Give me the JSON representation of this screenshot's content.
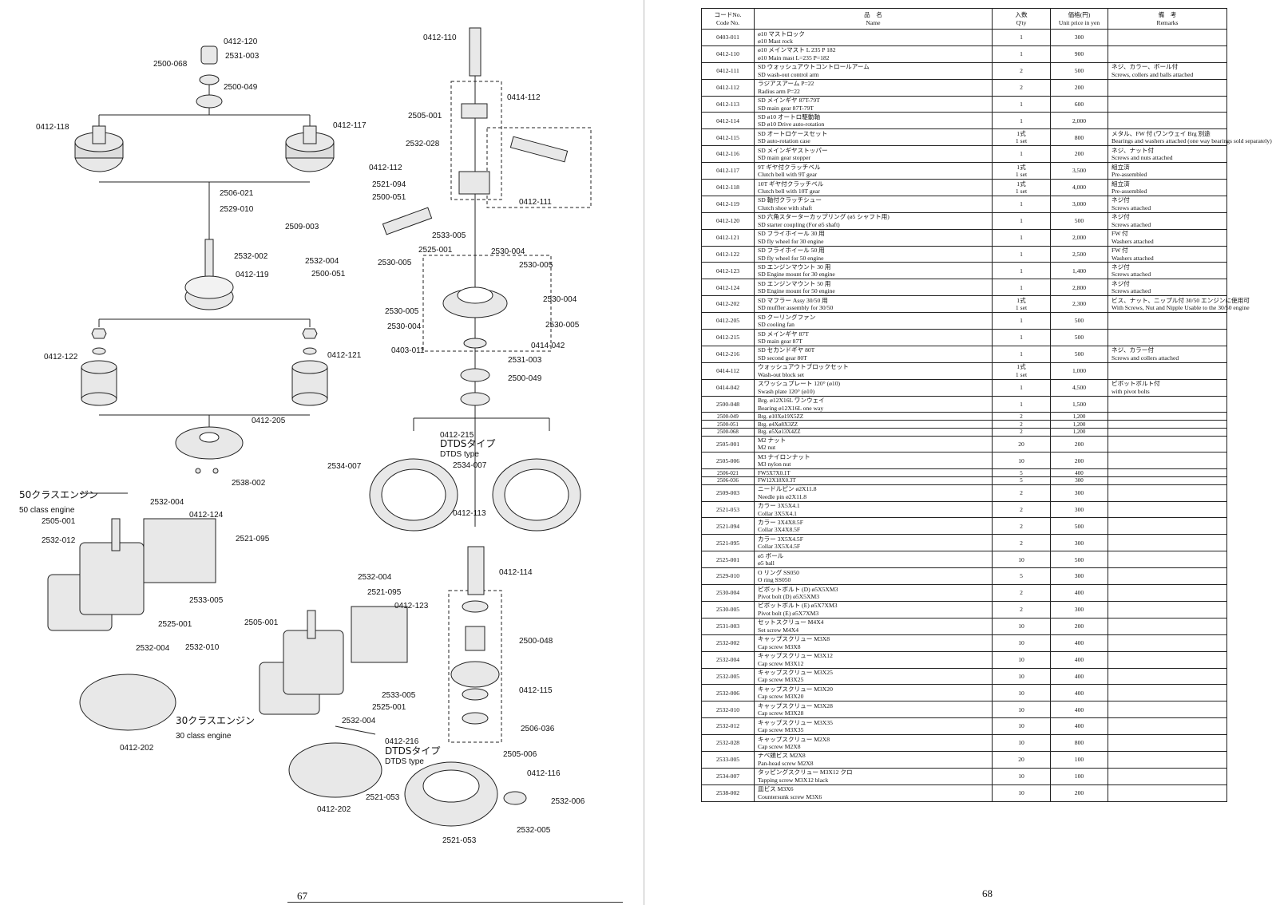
{
  "pages": {
    "left_number": "67",
    "right_number": "68"
  },
  "headers": {
    "code": [
      "コードNo.",
      "Code No."
    ],
    "name": [
      "品　名",
      "Name"
    ],
    "qty": [
      "入数",
      "Q'ty"
    ],
    "price": [
      "価格(円)",
      "Unit price in yen"
    ],
    "remarks": [
      "備　考",
      "Remarks"
    ]
  },
  "rows": [
    {
      "code": "0403-011",
      "jp": "ø10 マストロック",
      "en": "ø10 Mast rock",
      "qty": "1",
      "price": "300",
      "rem_jp": "",
      "rem_en": ""
    },
    {
      "code": "0412-110",
      "jp": "ø10 メインマスト L 235 P 182",
      "en": "ø10 Main mast L=235 P=182",
      "qty": "1",
      "price": "900",
      "rem_jp": "",
      "rem_en": ""
    },
    {
      "code": "0412-111",
      "jp": "SD ウォッシュアウトコントロールアーム",
      "en": "SD wash-out control arm",
      "qty": "2",
      "price": "500",
      "rem_jp": "ネジ、カラー、ボール付",
      "rem_en": "Screws, collers and balls attached"
    },
    {
      "code": "0412-112",
      "jp": "ラジアスアーム P=22",
      "en": "Radius arm P=22",
      "qty": "2",
      "price": "200",
      "rem_jp": "",
      "rem_en": ""
    },
    {
      "code": "0412-113",
      "jp": "SD メインギヤ 87T-79T",
      "en": "SD main gear 87T-79T",
      "qty": "1",
      "price": "600",
      "rem_jp": "",
      "rem_en": ""
    },
    {
      "code": "0412-114",
      "jp": "SD ø10 オートロ駆動軸",
      "en": "SD ø10 Drive auto-rotation",
      "qty": "1",
      "price": "2,000",
      "rem_jp": "",
      "rem_en": ""
    },
    {
      "code": "0412-115",
      "jp": "SD オートロケースセット",
      "en": "SD auto-rotation case",
      "qty": "1式|1 set",
      "price": "800",
      "rem_jp": "メタル、FW 付 (ワンウェイ Brg 別途",
      "rem_en": "Bearings and washers attached (one way bearings sold separately)"
    },
    {
      "code": "0412-116",
      "jp": "SD メインギヤストッパー",
      "en": "SD main gear stopper",
      "qty": "1",
      "price": "200",
      "rem_jp": "ネジ、ナット付",
      "rem_en": "Screws and nuts attached"
    },
    {
      "code": "0412-117",
      "jp": "9T ギヤ付クラッチベル",
      "en": "Clutch bell with 9T gear",
      "qty": "1式|1 set",
      "price": "3,500",
      "rem_jp": "組立済",
      "rem_en": "Pre-assembled"
    },
    {
      "code": "0412-118",
      "jp": "10T ギヤ付クラッチベル",
      "en": "Clutch bell with 10T gear",
      "qty": "1式|1 set",
      "price": "4,000",
      "rem_jp": "組立済",
      "rem_en": "Pre-assembled"
    },
    {
      "code": "0412-119",
      "jp": "SD 軸付クラッチシュー",
      "en": "Clutch shoe with shaft",
      "qty": "1",
      "price": "3,000",
      "rem_jp": "ネジ付",
      "rem_en": "Screws attached"
    },
    {
      "code": "0412-120",
      "jp": "SD 六角スターターカップリング (ø5 シャフト用)",
      "en": "SD starter coupling (For ø5 shaft)",
      "qty": "1",
      "price": "500",
      "rem_jp": "ネジ付",
      "rem_en": "Screws attached"
    },
    {
      "code": "0412-121",
      "jp": "SD フライホイール 30 用",
      "en": "SD fly wheel for 30 engine",
      "qty": "1",
      "price": "2,000",
      "rem_jp": "FW 付",
      "rem_en": "Washers attached"
    },
    {
      "code": "0412-122",
      "jp": "SD フライホイール 50 用",
      "en": "SD fly wheel for 50 engine",
      "qty": "1",
      "price": "2,500",
      "rem_jp": "FW 付",
      "rem_en": "Washers attached"
    },
    {
      "code": "0412-123",
      "jp": "SD エンジンマウント 30 用",
      "en": "SD Engine mount for 30 engine",
      "qty": "1",
      "price": "1,400",
      "rem_jp": "ネジ付",
      "rem_en": "Screws attached"
    },
    {
      "code": "0412-124",
      "jp": "SD エンジンマウント 50 用",
      "en": "SD Engine mount for 50 engine",
      "qty": "1",
      "price": "2,800",
      "rem_jp": "ネジ付",
      "rem_en": "Screws attached"
    },
    {
      "code": "0412-202",
      "jp": "SD マフラー Assy 30/50 用",
      "en": "SD muffler assembly for 30/50",
      "qty": "1式|1 set",
      "price": "2,300",
      "rem_jp": "ビス、ナット、ニップル付 30/50 エンジンに使用可",
      "rem_en": "With Screws, Nut and Nipple Usable to the 30/50 engine"
    },
    {
      "code": "0412-205",
      "jp": "SD クーリングファン",
      "en": "SD cooling fan",
      "qty": "1",
      "price": "500",
      "rem_jp": "",
      "rem_en": ""
    },
    {
      "code": "0412-215",
      "jp": "SD メインギヤ 87T",
      "en": "SD main gear 87T",
      "qty": "1",
      "price": "500",
      "rem_jp": "",
      "rem_en": ""
    },
    {
      "code": "0412-216",
      "jp": "SD セカンドギヤ 80T",
      "en": "SD second gear 80T",
      "qty": "1",
      "price": "500",
      "rem_jp": "ネジ、カラー付",
      "rem_en": "Screws and collers attached"
    },
    {
      "code": "0414-112",
      "jp": "ウォッシュアウトブロックセット",
      "en": "Wash-out block set",
      "qty": "1式|1 set",
      "price": "1,000",
      "rem_jp": "",
      "rem_en": ""
    },
    {
      "code": "0414-042",
      "jp": "スワッシュプレート 120° (ø10)",
      "en": "Swash plate 120° (ø10)",
      "qty": "1",
      "price": "4,500",
      "rem_jp": "ピボットボルト付",
      "rem_en": "with pivot bolts"
    },
    {
      "code": "2500-048",
      "jp": "Brg. ø12X16L ワンウェイ",
      "en": "Bearing ø12X16L one way",
      "qty": "1",
      "price": "1,500",
      "rem_jp": "",
      "rem_en": ""
    },
    {
      "code": "2500-049",
      "jp": "Brg. ø10Xø19X5ZZ",
      "en": "",
      "qty": "2",
      "price": "1,200",
      "rem_jp": "",
      "rem_en": ""
    },
    {
      "code": "2500-051",
      "jp": "Brg. ø4Xø8X3ZZ",
      "en": "",
      "qty": "2",
      "price": "1,200",
      "rem_jp": "",
      "rem_en": ""
    },
    {
      "code": "2500-068",
      "jp": "Brg. ø5Xø13X4ZZ",
      "en": "",
      "qty": "2",
      "price": "1,200",
      "rem_jp": "",
      "rem_en": ""
    },
    {
      "code": "2505-001",
      "jp": "M2 ナット",
      "en": "M2 nut",
      "qty": "20",
      "price": "200",
      "rem_jp": "",
      "rem_en": ""
    },
    {
      "code": "2505-006",
      "jp": "M3 ナイロンナット",
      "en": "M3 nylon nut",
      "qty": "10",
      "price": "200",
      "rem_jp": "",
      "rem_en": ""
    },
    {
      "code": "2506-021",
      "jp": "FW5X7X0.1T",
      "en": "",
      "qty": "5",
      "price": "400",
      "rem_jp": "",
      "rem_en": ""
    },
    {
      "code": "2506-036",
      "jp": "FW12X18X0.3T",
      "en": "",
      "qty": "5",
      "price": "300",
      "rem_jp": "",
      "rem_en": ""
    },
    {
      "code": "2509-003",
      "jp": "ニードルピン ø2X11.8",
      "en": "Needle pin ø2X11.8",
      "qty": "2",
      "price": "300",
      "rem_jp": "",
      "rem_en": ""
    },
    {
      "code": "2521-053",
      "jp": "カラー 3X5X4.1",
      "en": "Collar 3X5X4.1",
      "qty": "2",
      "price": "300",
      "rem_jp": "",
      "rem_en": ""
    },
    {
      "code": "2521-094",
      "jp": "カラー 3X4X8.5F",
      "en": "Collar 3X4X8.5F",
      "qty": "2",
      "price": "500",
      "rem_jp": "",
      "rem_en": ""
    },
    {
      "code": "2521-095",
      "jp": "カラー 3X5X4.5F",
      "en": "Collar 3X5X4.5F",
      "qty": "2",
      "price": "300",
      "rem_jp": "",
      "rem_en": ""
    },
    {
      "code": "2525-001",
      "jp": "ø5 ボール",
      "en": "ø5 ball",
      "qty": "10",
      "price": "500",
      "rem_jp": "",
      "rem_en": ""
    },
    {
      "code": "2529-010",
      "jp": "O リング SS050",
      "en": "O ring SS050",
      "qty": "5",
      "price": "300",
      "rem_jp": "",
      "rem_en": ""
    },
    {
      "code": "2530-004",
      "jp": "ピボットボルト (D) ø5X5XM3",
      "en": "Pivot bolt (D) ø5X5XM3",
      "qty": "2",
      "price": "400",
      "rem_jp": "",
      "rem_en": ""
    },
    {
      "code": "2530-005",
      "jp": "ピボットボルト (E) ø5X7XM3",
      "en": "Pivot bolt (E) ø5X7XM3",
      "qty": "2",
      "price": "300",
      "rem_jp": "",
      "rem_en": ""
    },
    {
      "code": "2531-003",
      "jp": "セットスクリュー M4X4",
      "en": "Set screw M4X4",
      "qty": "10",
      "price": "200",
      "rem_jp": "",
      "rem_en": ""
    },
    {
      "code": "2532-002",
      "jp": "キャップスクリュー M3X8",
      "en": "Cap screw M3X8",
      "qty": "10",
      "price": "400",
      "rem_jp": "",
      "rem_en": ""
    },
    {
      "code": "2532-004",
      "jp": "キャップスクリュー M3X12",
      "en": "Cap screw M3X12",
      "qty": "10",
      "price": "400",
      "rem_jp": "",
      "rem_en": ""
    },
    {
      "code": "2532-005",
      "jp": "キャップスクリュー M3X25",
      "en": "Cap screw M3X25",
      "qty": "10",
      "price": "400",
      "rem_jp": "",
      "rem_en": ""
    },
    {
      "code": "2532-006",
      "jp": "キャップスクリュー M3X20",
      "en": "Cap screw M3X20",
      "qty": "10",
      "price": "400",
      "rem_jp": "",
      "rem_en": ""
    },
    {
      "code": "2532-010",
      "jp": "キャップスクリュー M3X28",
      "en": "Cap screw M3X28",
      "qty": "10",
      "price": "400",
      "rem_jp": "",
      "rem_en": ""
    },
    {
      "code": "2532-012",
      "jp": "キャップスクリュー M3X35",
      "en": "Cap screw M3X35",
      "qty": "10",
      "price": "400",
      "rem_jp": "",
      "rem_en": ""
    },
    {
      "code": "2532-028",
      "jp": "キャップスクリュー M2X8",
      "en": "Cap screw M2X8",
      "qty": "10",
      "price": "800",
      "rem_jp": "",
      "rem_en": ""
    },
    {
      "code": "2533-005",
      "jp": "ナベ頭ビス M2X8",
      "en": "Pan-head screw M2X8",
      "qty": "20",
      "price": "100",
      "rem_jp": "",
      "rem_en": ""
    },
    {
      "code": "2534-007",
      "jp": "タッピングスクリュー M3X12 クロ",
      "en": "Tapping screw M3X12 black",
      "qty": "10",
      "price": "100",
      "rem_jp": "",
      "rem_en": ""
    },
    {
      "code": "2538-002",
      "jp": "皿ビス M3X6",
      "en": "Countersunk screw M3X6",
      "qty": "10",
      "price": "200",
      "rem_jp": "",
      "rem_en": ""
    }
  ],
  "diagram_labels": [
    "0412-120",
    "2531-003",
    "2500-068",
    "2500-049",
    "0412-118",
    "0412-117",
    "2506-021",
    "2529-010",
    "2532-002",
    "0412-119",
    "0412-122",
    "0412-121",
    "0412-205",
    "2538-002",
    "50クラスエンジン",
    "50 class engine",
    "2505-001",
    "2532-004",
    "0412-124",
    "2532-012",
    "2521-095",
    "2533-005",
    "2525-001",
    "2532-004",
    "0412-202",
    "0412-110",
    "0414-112",
    "2505-001",
    "2532-028",
    "0412-111",
    "0412-112",
    "2521-094",
    "2500-051",
    "2509-003",
    "2533-005",
    "2532-004",
    "2525-001",
    "2500-051",
    "2530-004",
    "2530-005",
    "2530-005",
    "2530-005",
    "2530-004",
    "2530-004",
    "2530-005",
    "0403-011",
    "0414-042",
    "2531-003",
    "2500-049",
    "0412-215",
    "DTDSタイプ",
    "DTDS type",
    "2534-007",
    "2534-007",
    "0412-113",
    "0412-114",
    "2532-004",
    "2521-095",
    "0412-123",
    "2505-001",
    "2532-010",
    "2500-048",
    "2533-005",
    "2525-001",
    "0412-115",
    "30クラスエンジン",
    "30 class engine",
    "2532-004",
    "2506-036",
    "0412-216",
    "DTDSタイプ",
    "DTDS type",
    "2505-006",
    "0412-116",
    "2521-053",
    "2532-006",
    "0412-202",
    "2521-053",
    "2532-005"
  ]
}
